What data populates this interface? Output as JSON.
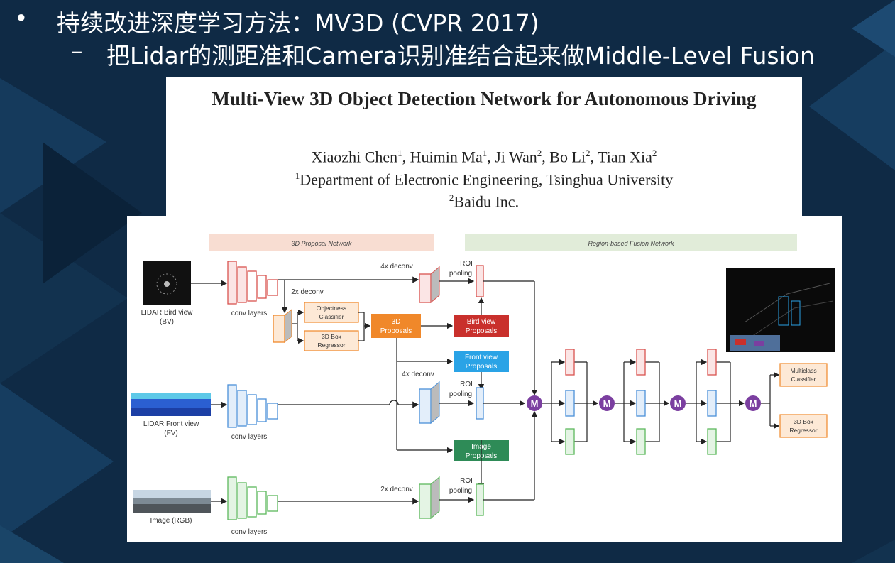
{
  "slide": {
    "bullet1": "持续改进深度学习方法：MV3D (CVPR 2017)",
    "bullet2": "把Lidar的测距准和Camera识别准结合起来做Middle-Level Fusion",
    "bullet1_marker": "•",
    "bullet2_marker": "–"
  },
  "paper": {
    "title": "Multi-View 3D Object Detection Network for Autonomous Driving",
    "authors": [
      {
        "name": "Xiaozhi Chen",
        "aff": "1"
      },
      {
        "name": "Huimin Ma",
        "aff": "1"
      },
      {
        "name": "Ji Wan",
        "aff": "2"
      },
      {
        "name": "Bo Li",
        "aff": "2"
      },
      {
        "name": "Tian Xia",
        "aff": "2"
      }
    ],
    "affiliation1": "Department of Electronic Engineering, Tsinghua University",
    "affiliation2": "Baidu Inc."
  },
  "diagram": {
    "section_proposal": "3D Proposal Network",
    "section_fusion": "Region-based Fusion Network",
    "input_bv": [
      "LIDAR Bird view",
      "(BV)"
    ],
    "input_fv": [
      "LIDAR Front view",
      "(FV)"
    ],
    "input_rgb": "Image (RGB)",
    "conv_layers": "conv layers",
    "deconv_4x": "4x deconv",
    "deconv_2x": "2x deconv",
    "roi_pooling": [
      "ROI",
      "pooling"
    ],
    "objectness": [
      "Objectness",
      "Classifier"
    ],
    "box_regressor": [
      "3D Box",
      "Regressor"
    ],
    "proposals_3d": [
      "3D",
      "Proposals"
    ],
    "proposals_bv": [
      "Bird view",
      "Proposals"
    ],
    "proposals_fv": [
      "Front view",
      "Proposals"
    ],
    "proposals_img": [
      "Image",
      "Proposals"
    ],
    "merge": "M",
    "out_cls": [
      "Multiclass",
      "Classifier"
    ],
    "out_reg": [
      "3D Box",
      "Regressor"
    ],
    "colors": {
      "bv": "#d9534f",
      "fv": "#4a90d9",
      "rgb": "#5cb85c",
      "orange": "#f0882a",
      "merge": "#7b3fa0",
      "proposals_red": "#c9302c",
      "proposals_blue": "#2aa3e6",
      "proposals_green": "#2e8b57"
    }
  }
}
